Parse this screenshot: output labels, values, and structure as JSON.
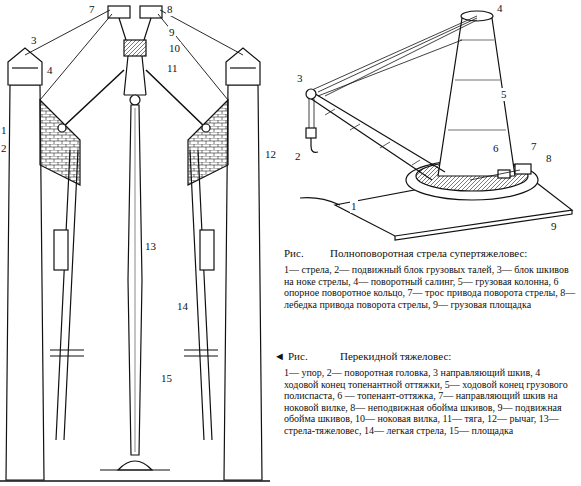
{
  "diagram": {
    "labels": [
      "7",
      "8",
      "9",
      "10",
      "11",
      "3",
      "4",
      "1",
      "2",
      "12",
      "13",
      "14",
      "15",
      "3",
      "4",
      "2",
      "1",
      "5",
      "6",
      "7",
      "8",
      "9",
      "Рис.",
      "Полноповоротная стрела супертяжеловес:",
      "1— стрела, 2— подвижный блок грузовых талей, 3— блок шкивов на ноке стрелы, 4— поворотный салинг, 5— грузовая колонна, 6 опорное поворотное кольцо, 7— трос привода поворота стрелы, 8— лебедка привода поворота стрелы, 9— грузовая площадка",
      "◄",
      "Рис.",
      "Перекидной тяжеловес:",
      "1— упор, 2— поворотная головка, 3 направляющий шкив, 4 ходовой конец топенантной оттяжки, 5— ходовой конец грузового полиспаста, 6 — топенант-оттяжка, 7— направляющий шкив на ноковой вилке, 8— неподвижная обойма шкивов, 9— подвижная обойма шкивов, 10— ноковая вилка, 11— тяга, 12— рычаг, 13— стрела-тяжеловес, 14— легкая стрела, 15— площадка"
    ]
  }
}
